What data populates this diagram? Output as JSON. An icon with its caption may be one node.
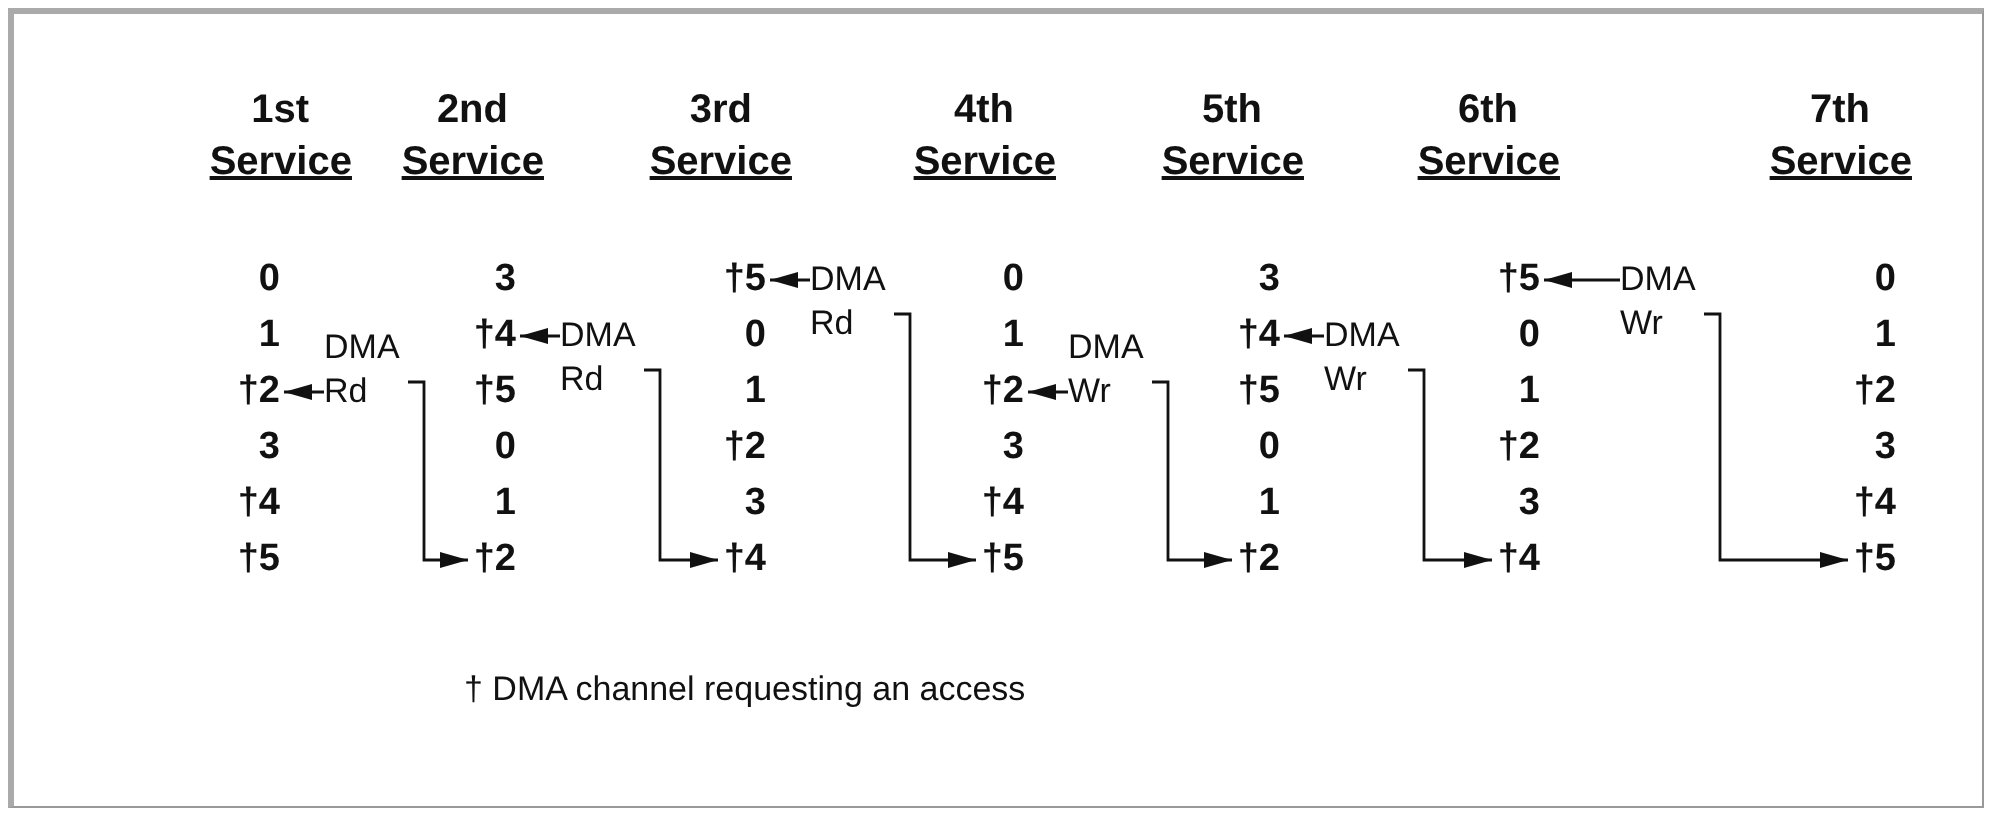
{
  "diagram": {
    "nodes": [
      {
        "text": [
          "0"
        ]
      },
      {
        "text": [
          "1"
        ]
      },
      {
        "text": [
          "†2"
        ]
      },
      {
        "text": [
          "3"
        ]
      },
      {
        "text": [
          "†4"
        ]
      },
      {
        "text": [
          "†5"
        ]
      },
      {
        "text": [
          "DMA Rd"
        ]
      },
      {
        "text": [
          "3"
        ]
      },
      {
        "text": [
          "†4"
        ]
      },
      {
        "text": [
          "†5"
        ]
      },
      {
        "text": [
          "0"
        ]
      },
      {
        "text": [
          "1"
        ]
      },
      {
        "text": [
          "†2"
        ]
      },
      {
        "text": [
          "DMA Rd"
        ]
      },
      {
        "text": [
          "†5"
        ]
      },
      {
        "text": [
          "0"
        ]
      },
      {
        "text": [
          "1"
        ]
      },
      {
        "text": [
          "†2"
        ]
      },
      {
        "text": [
          "3"
        ]
      },
      {
        "text": [
          "†4"
        ]
      },
      {
        "text": [
          "DMA Rd"
        ]
      },
      {
        "text": [
          "0"
        ]
      },
      {
        "text": [
          "1"
        ]
      },
      {
        "text": [
          "†2"
        ]
      },
      {
        "text": [
          "3"
        ]
      },
      {
        "text": [
          "†4"
        ]
      },
      {
        "text": [
          "†5"
        ]
      },
      {
        "text": [
          "DMA Wr"
        ]
      },
      {
        "text": [
          "3"
        ]
      },
      {
        "text": [
          "†4"
        ]
      },
      {
        "text": [
          "†5"
        ]
      },
      {
        "text": [
          "0"
        ]
      },
      {
        "text": [
          "1"
        ]
      },
      {
        "text": [
          "†2"
        ]
      },
      {
        "text": [
          "DMA Wr"
        ]
      },
      {
        "text": [
          "†5"
        ]
      },
      {
        "text": [
          "0"
        ]
      },
      {
        "text": [
          "1"
        ]
      },
      {
        "text": [
          "†2"
        ]
      },
      {
        "text": [
          "3"
        ]
      },
      {
        "text": [
          "†4"
        ]
      },
      {
        "text": [
          "DMA Wr"
        ]
      },
      {
        "text": [
          "0"
        ]
      },
      {
        "text": [
          "1"
        ]
      },
      {
        "text": [
          "†2"
        ]
      },
      {
        "text": [
          "3"
        ]
      },
      {
        "text": [
          "†4"
        ]
      },
      {
        "text": [
          "†5"
        ]
      }
    ],
    "edges": [
      {
        "from": 6,
        "to": 2,
        "arrow": "to"
      },
      {
        "from": 6,
        "to": 12,
        "arrow": "to"
      },
      {
        "from": 13,
        "to": 8,
        "arrow": "to"
      },
      {
        "from": 13,
        "to": 19,
        "arrow": "to"
      },
      {
        "from": 20,
        "to": 14,
        "arrow": "to"
      },
      {
        "from": 20,
        "to": 26,
        "arrow": "to"
      },
      {
        "from": 27,
        "to": 23,
        "arrow": "to"
      },
      {
        "from": 27,
        "to": 33,
        "arrow": "to"
      },
      {
        "from": 34,
        "to": 29,
        "arrow": "to"
      },
      {
        "from": 34,
        "to": 40,
        "arrow": "to"
      },
      {
        "from": 41,
        "to": 35,
        "arrow": "to"
      },
      {
        "from": 41,
        "to": 47,
        "arrow": "to"
      }
    ],
    "labels": [
      "1st",
      "Service",
      "2nd",
      "Service",
      "3rd",
      "Service",
      "4th",
      "Service",
      "5th",
      "Service",
      "6th",
      "Service",
      "7th",
      "Service",
      "† DMA channel requesting an access"
    ]
  }
}
